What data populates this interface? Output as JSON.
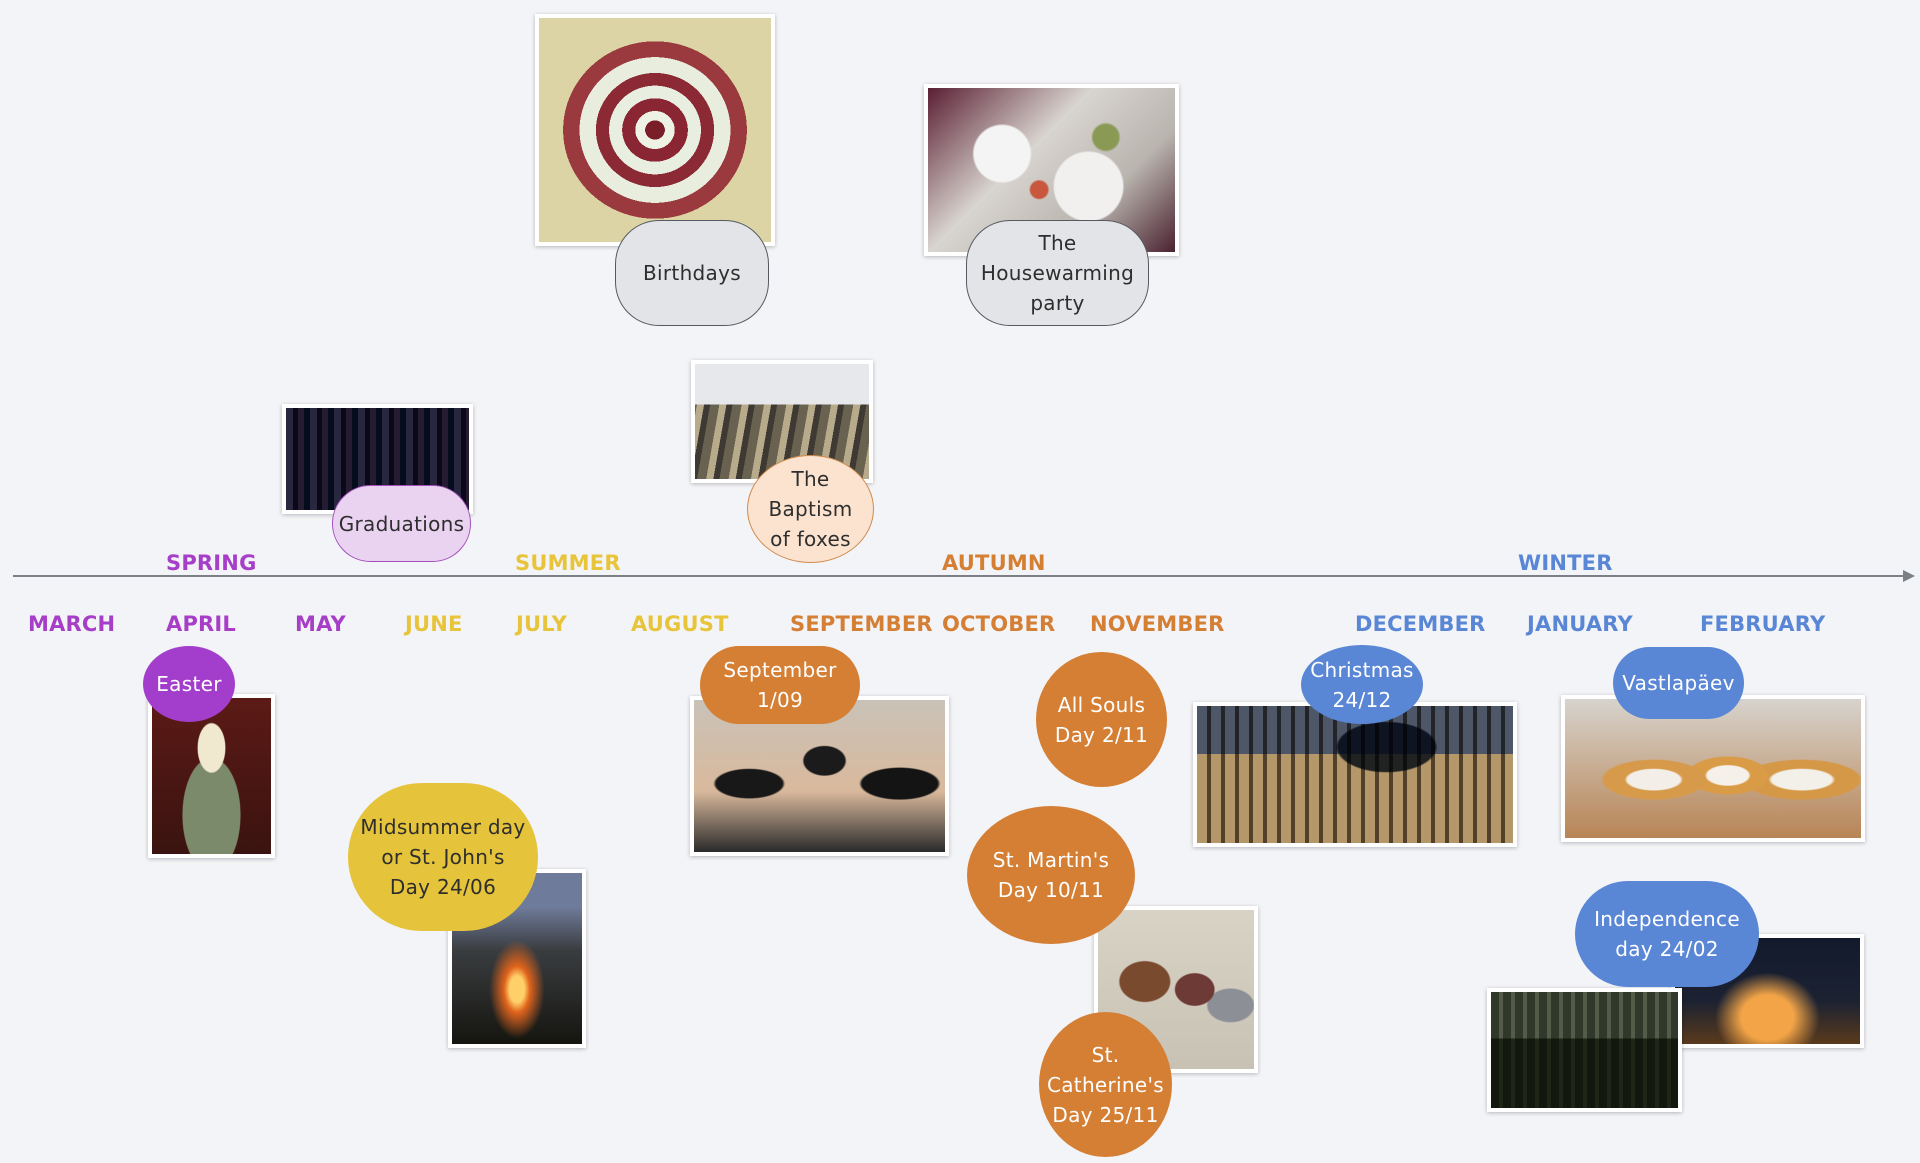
{
  "seasons": [
    {
      "label": "SPRING",
      "color": "#a73ec8"
    },
    {
      "label": "SUMMER",
      "color": "#e8c43b"
    },
    {
      "label": "AUTUMN",
      "color": "#d57f35"
    },
    {
      "label": "WINTER",
      "color": "#5a86d6"
    }
  ],
  "months": [
    {
      "label": "MARCH",
      "season": "spring"
    },
    {
      "label": "APRIL",
      "season": "spring"
    },
    {
      "label": "MAY",
      "season": "spring"
    },
    {
      "label": "JUNE",
      "season": "summer"
    },
    {
      "label": "JULY",
      "season": "summer"
    },
    {
      "label": "AUGUST",
      "season": "summer"
    },
    {
      "label": "SEPTEMBER",
      "season": "autumn"
    },
    {
      "label": "OCTOBER",
      "season": "autumn"
    },
    {
      "label": "NOVEMBER",
      "season": "autumn"
    },
    {
      "label": "DECEMBER",
      "season": "winter"
    },
    {
      "label": "JANUARY",
      "season": "winter"
    },
    {
      "label": "FEBRUARY",
      "season": "winter"
    }
  ],
  "events_above": [
    {
      "label": "Birthdays",
      "photo": "cake-photo"
    },
    {
      "label": "The Housewarming party",
      "photo": "banquet-table-photo"
    },
    {
      "label": "Graduations",
      "photo": "graduates-group-photo"
    },
    {
      "label": "The Baptism of foxes",
      "photo": "students-fountain-photo"
    }
  ],
  "events_below": [
    {
      "label": "Easter",
      "photo": "easter-eggs-photo"
    },
    {
      "label": "Midsummer day or St. John's Day 24/06",
      "photo": "bonfire-photo"
    },
    {
      "label": "September 1/09",
      "photo": "schoolchildren-caps-photo"
    },
    {
      "label": "All Souls Day 2/11"
    },
    {
      "label": "St. Martin's Day 10/11",
      "photo": "mummers-photo"
    },
    {
      "label": "St. Catherine's Day 25/11"
    },
    {
      "label": "Christmas 24/12",
      "photo": "christmas-market-photo"
    },
    {
      "label": "Vastlapäev",
      "photo": "cream-buns-photo"
    },
    {
      "label": "Independence day 24/02",
      "photo": "parade-photo"
    }
  ],
  "independence_extra_photo": "night-fireworks-photo"
}
